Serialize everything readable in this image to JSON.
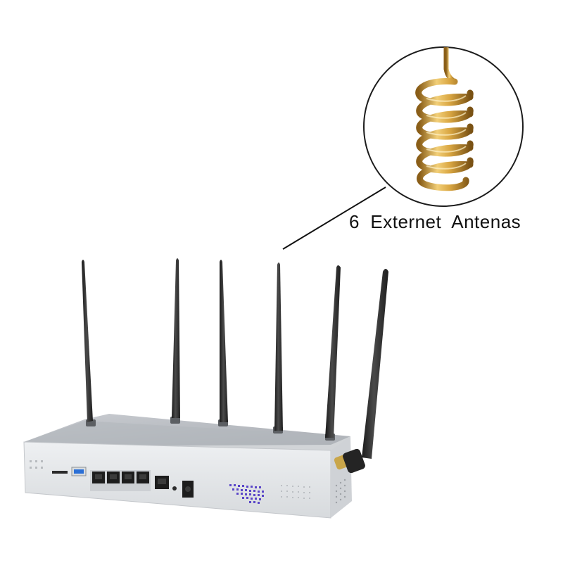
{
  "caption": "6  Externet  Antenas",
  "product": {
    "antenna_count": 6,
    "lan_port_count": 5,
    "colors": {
      "antenna": "#2a2a2a",
      "chassis_top": "#b8bcc2",
      "chassis_front": "#e6e8ea",
      "usb_port": "#2a6fd6",
      "coil": "#c9962f",
      "logo_dots": "#5a46c8"
    }
  }
}
